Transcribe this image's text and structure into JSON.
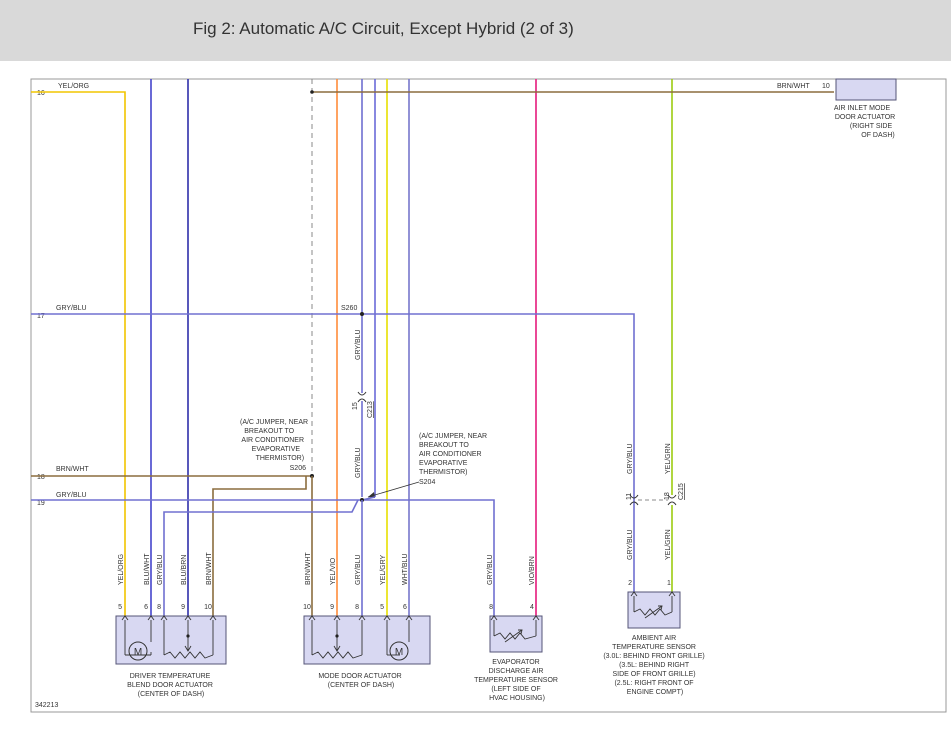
{
  "title": "Fig 2: Automatic A/C Circuit, Except Hybrid (2 of 3)",
  "diagram_id": "342213",
  "colors": {
    "yellow": "#f2c500",
    "orange": "#ff8c3a",
    "blue": "#4444cc",
    "gryblu": "#7070d0",
    "brown": "#8b6d3e",
    "pink": "#e8338a",
    "green": "#9ccc10",
    "component_fill": "#d8d8f2",
    "component_stroke": "#555577"
  },
  "rows": {
    "r16": {
      "num": "16",
      "wire": "YEL/ORG"
    },
    "r17": {
      "num": "17",
      "wire": "GRY/BLU"
    },
    "r18": {
      "num": "18",
      "wire": "BRN/WHT"
    },
    "r19": {
      "num": "19",
      "wire": "GRY/BLU"
    }
  },
  "top_right": {
    "wire": "BRN/WHT",
    "pin": "10",
    "label": [
      "AIR INLET MODE",
      "DOOR ACTUATOR",
      "(RIGHT SIDE",
      "OF DASH)"
    ]
  },
  "splices": {
    "s260": "S260",
    "s206": [
      "(A/C JUMPER, NEAR",
      "BREAKOUT TO",
      "AIR CONDITIONER",
      "EVAPORATIVE",
      "THERMISTOR)",
      "S206"
    ],
    "s204": [
      "(A/C JUMPER, NEAR",
      "BREAKOUT TO",
      "AIR CONDITIONER",
      "EVAPORATIVE",
      "THERMISTOR)",
      "S204"
    ]
  },
  "connectors": {
    "c213": {
      "name": "C213",
      "pin": "15",
      "wire": "GRY/BLU",
      "wire_below": "GRY/BLU"
    },
    "c215": {
      "name": "C215",
      "pin_left": "11",
      "pin_right": "18",
      "wire_left_top": "GRY/BLU",
      "wire_right_top": "YEL/GRN",
      "wire_left_bottom": "GRY/BLU",
      "wire_right_bottom": "YEL/GRN"
    }
  },
  "components": {
    "driver": {
      "wires": [
        "YEL/ORG",
        "BLU/WHT",
        "GRY/BLU",
        "BLU/BRN",
        "BRN/WHT"
      ],
      "pins": [
        "5",
        "6",
        "8",
        "9",
        "10"
      ],
      "motor": "M",
      "label": [
        "DRIVER TEMPERATURE",
        "BLEND DOOR ACTUATOR",
        "(CENTER OF DASH)"
      ]
    },
    "mode": {
      "wires": [
        "BRN/WHT",
        "YEL/VIO",
        "GRY/BLU",
        "YEL/GRY",
        "WHT/BLU"
      ],
      "pins": [
        "10",
        "9",
        "8",
        "5",
        "6"
      ],
      "motor": "M",
      "label": [
        "MODE DOOR ACTUATOR",
        "(CENTER OF DASH)"
      ]
    },
    "evap": {
      "wires": [
        "GRY/BLU",
        "VIO/BRN"
      ],
      "pins": [
        "8",
        "4"
      ],
      "label": [
        "EVAPORATOR",
        "DISCHARGE AIR",
        "TEMPERATURE SENSOR",
        "(LEFT SIDE OF",
        "HVAC HOUSING)"
      ]
    },
    "ambient": {
      "pins": [
        "2",
        "1"
      ],
      "label": [
        "AMBIENT AIR",
        "TEMPERATURE SENSOR",
        "(3.0L: BEHIND FRONT GRILLE)",
        "(3.5L: BEHIND RIGHT",
        "SIDE OF FRONT GRILLE)",
        "(2.5L: RIGHT FRONT OF",
        "ENGINE COMPT)"
      ]
    }
  }
}
